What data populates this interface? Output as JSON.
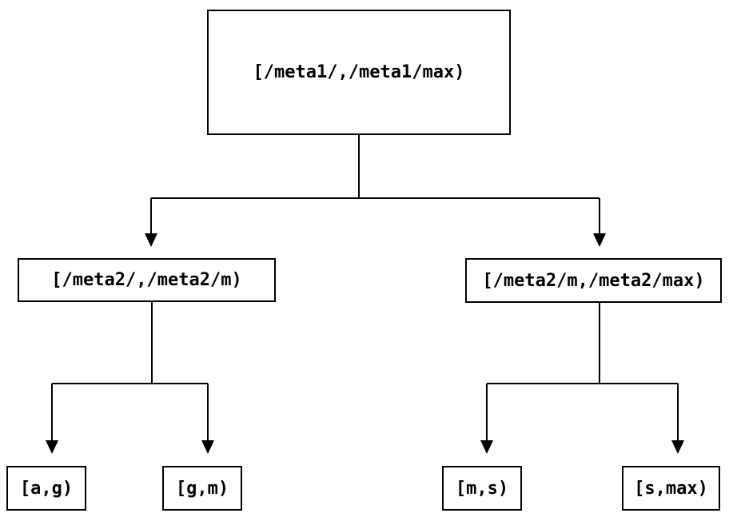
{
  "diagram": {
    "type": "binary-tree",
    "colors": {
      "line": "#000000",
      "box_border": "#000000",
      "box_background": "#ffffff",
      "text": "#000000"
    },
    "nodes": {
      "root": {
        "label": "[/meta1/,/meta1/max)"
      },
      "left_child": {
        "label": "[/meta2/,/meta2/m)"
      },
      "right_child": {
        "label": "[/meta2/m,/meta2/max)"
      },
      "leaf_ag": {
        "label": "[a,g)"
      },
      "leaf_gm": {
        "label": "[g,m)"
      },
      "leaf_ms": {
        "label": "[m,s)"
      },
      "leaf_smax": {
        "label": "[s,max)"
      }
    },
    "edges": [
      {
        "from": "root",
        "to": "left_child"
      },
      {
        "from": "root",
        "to": "right_child"
      },
      {
        "from": "left_child",
        "to": "leaf_ag"
      },
      {
        "from": "left_child",
        "to": "leaf_gm"
      },
      {
        "from": "right_child",
        "to": "leaf_ms"
      },
      {
        "from": "right_child",
        "to": "leaf_smax"
      }
    ]
  }
}
